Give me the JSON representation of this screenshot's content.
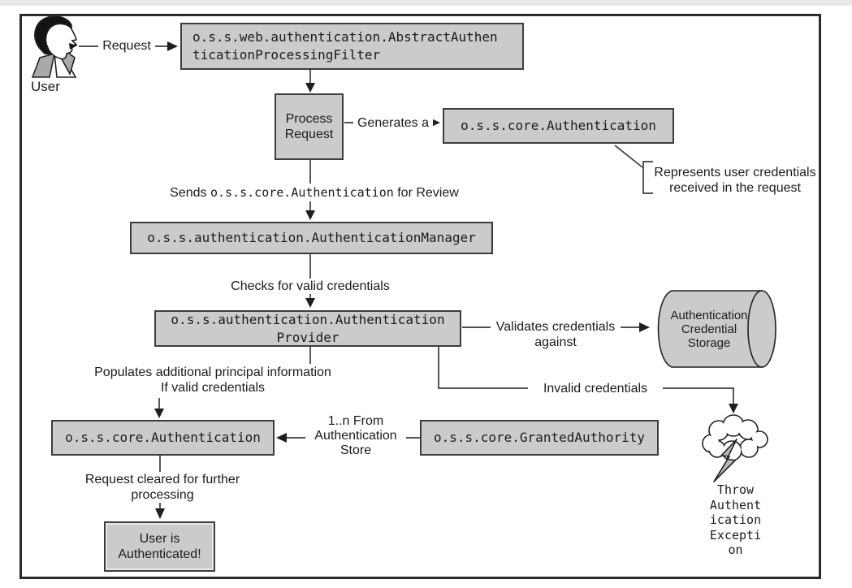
{
  "palette": {
    "box_fill": "#cbcbcb",
    "box_border": "#3d3d3d",
    "line": "#3a3a3a",
    "frame": "#2b2b2b",
    "text": "#1b1b1b"
  },
  "icons": {
    "user": "user-profile-icon",
    "storage": "database-cylinder-icon",
    "error": "storm-cloud-lightning-icon"
  },
  "nodes": {
    "user": {
      "label": "User"
    },
    "filter_box": {
      "lines": [
        "o.s.s.web.authentication.AbstractAuthen",
        "ticationProcessingFilter"
      ]
    },
    "process_request": {
      "lines": [
        "Process",
        "Request"
      ]
    },
    "authentication_box": {
      "label": "o.s.s.core.Authentication"
    },
    "auth_manager": {
      "label": "o.s.s.authentication.AuthenticationManager"
    },
    "auth_provider": {
      "lines": [
        "o.s.s.authentication.Authentication",
        "Provider"
      ]
    },
    "credential_storage": {
      "lines": [
        "Authentication",
        "Credential",
        "Storage"
      ]
    },
    "authentication_result": {
      "label": "o.s.s.core.Authentication"
    },
    "granted_authority": {
      "label": "o.s.s.core.GrantedAuthority"
    },
    "user_authenticated": {
      "lines": [
        "User is",
        "Authenticated!"
      ]
    },
    "throw_exception": {
      "lines": [
        "Throw",
        "Authent",
        "ication",
        "Excepti",
        "on"
      ]
    }
  },
  "labels": {
    "request": "Request",
    "generates": "Generates a",
    "sends_prefix": "Sends",
    "sends_code": "o.s.s.core.Authentication",
    "sends_suffix": "for Review",
    "checks": "Checks for valid credentials",
    "validates": {
      "lines": [
        "Validates credentials",
        "against"
      ]
    },
    "populates": {
      "lines": [
        "Populates additional principal information",
        "If valid credentials"
      ]
    },
    "invalid": "Invalid credentials",
    "from_store": {
      "lines": [
        "1..n From",
        "Authentication",
        "Store"
      ]
    },
    "request_cleared": {
      "lines": [
        "Request cleared for further",
        "processing"
      ]
    },
    "note": {
      "lines": [
        "Represents user credentials",
        "received in the request"
      ]
    }
  }
}
